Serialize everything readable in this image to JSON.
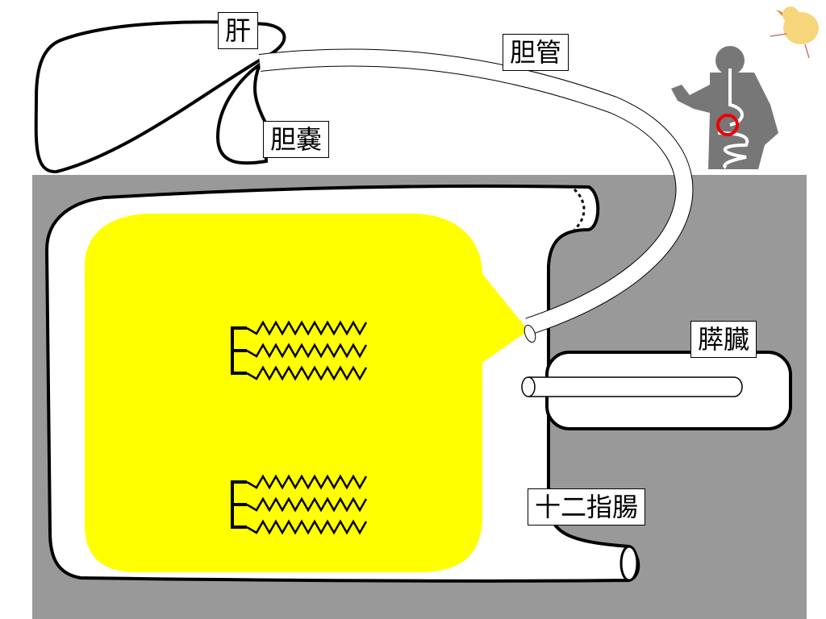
{
  "labels": {
    "liver": "肝",
    "bile_duct": "胆管",
    "gallbladder": "胆嚢",
    "pancreas": "膵臓",
    "duodenum": "十二指腸"
  },
  "colors": {
    "background_panel": "#999999",
    "fat_droplet": "#ffff00",
    "outline": "#000000",
    "highlight_ring": "#e00000"
  },
  "triglyceride_molecules": 2,
  "icons": [
    "body-silhouette-icon",
    "chick-illustration-icon"
  ]
}
